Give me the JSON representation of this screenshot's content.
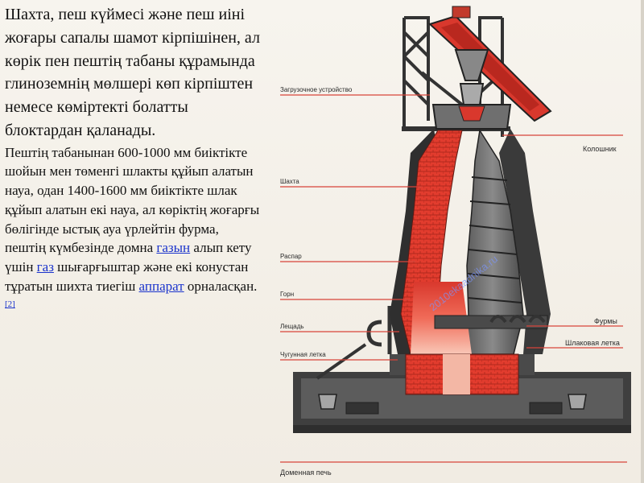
{
  "text": {
    "lead": "Шахта, пеш күймесі және пеш иіні жоғары сапалы шамот кірпішінен, ал көрік пен пештің табаны құрамында глиноземнің мөлшері көп кірпіштен немесе көміртекті болатты блоктардан қаланады.",
    "body_1": "Пештің табанынан 600-1000 мм биіктікте шойын мен төменгі шлакты құйып алатын науа, одан 1400-1600 мм биіктікте шлак құйып алатын екі науа, ал көріктің жоғарғы бөлігінде ыстық ауа үрлейтін фурма, пештің күмбезінде домна ",
    "link_1": "газын",
    "body_2": " алып кету үшін ",
    "link_2": "газ",
    "body_3": " шығарғыштар және екі конустан тұратын шихта тиегіш ",
    "link_3": "аппарат",
    "body_4": " орналасқан.",
    "citation": "[2]"
  },
  "figure": {
    "labels": {
      "loading_device": "Загрузочное устройство",
      "throat": "Колошник",
      "shaft": "Шахта",
      "bosh": "Распар",
      "hearth": "Горн",
      "bottom": "Лещадь",
      "tuyeres": "Фурмы",
      "iron_notch": "Чугунная летка",
      "slag_notch": "Шлаковая летка",
      "caption": "Доменная печь"
    },
    "watermark": "2010ekaadnika.ru",
    "colors": {
      "refractory_red": "#d9382d",
      "label_line": "#d8443a",
      "steel_dark": "#3d3d3d",
      "steel_mid": "#6f6f6f",
      "steel_light": "#a9a9a9",
      "link_blue": "#1a33cc"
    }
  }
}
